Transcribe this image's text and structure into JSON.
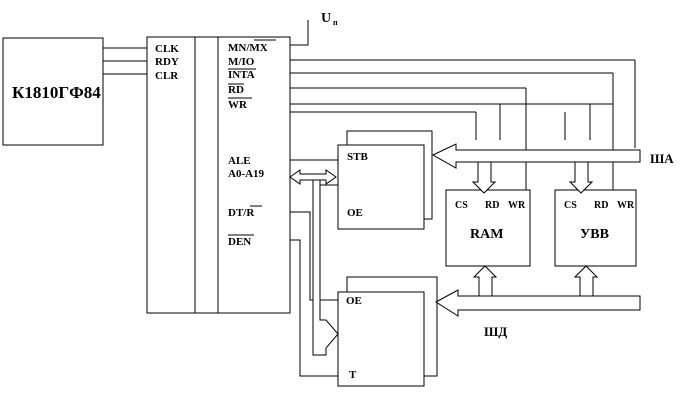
{
  "power": {
    "label": "U",
    "subscript": "п"
  },
  "clock_gen": {
    "name": "К1810ГФ84",
    "pins": [
      "CLK",
      "RDY",
      "CLR"
    ]
  },
  "cpu": {
    "pins_top": [
      "MN/MX",
      "M/IO",
      "INTA",
      "RD",
      "WR"
    ],
    "pins_mid": [
      "ALE",
      "A0-A19"
    ],
    "pins_low": [
      "DT/R",
      "DEN"
    ]
  },
  "latch": {
    "strobe": "STB",
    "enable": "OE"
  },
  "transceiver": {
    "enable": "OE",
    "direction": "T"
  },
  "ram": {
    "name": "RAM",
    "pins": [
      "CS",
      "RD",
      "WR"
    ]
  },
  "io": {
    "name": "УВВ",
    "pins": [
      "CS",
      "RD",
      "WR"
    ]
  },
  "buses": {
    "address": "ША",
    "data": "ШД"
  }
}
